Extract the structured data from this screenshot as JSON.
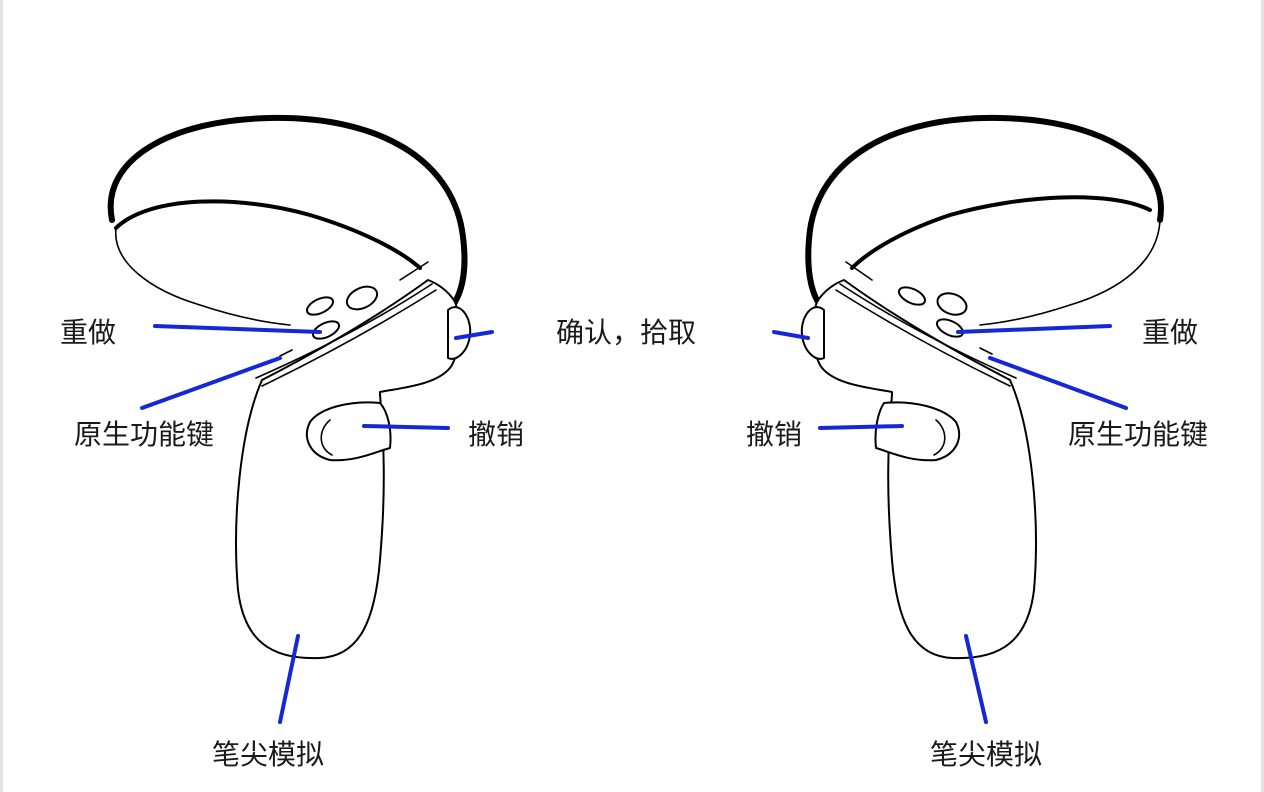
{
  "labels": {
    "redo": "重做",
    "native_key": "原生功能键",
    "confirm_pick": "确认，拾取",
    "undo": "撤销",
    "pen_tip": "笔尖模拟"
  },
  "colors": {
    "leader": "#1428d8",
    "outline": "#000000",
    "text": "#1a1a1a"
  }
}
